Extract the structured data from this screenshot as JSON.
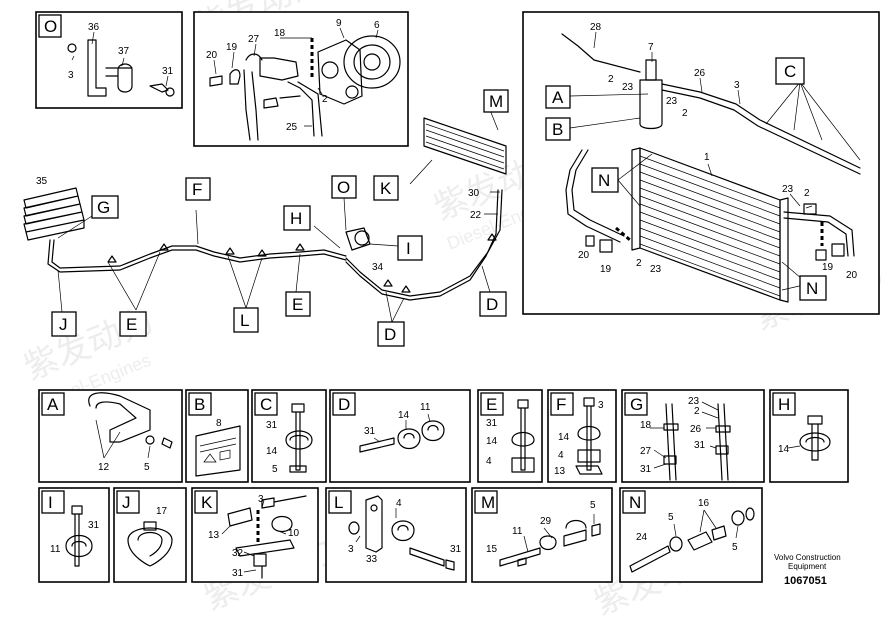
{
  "watermark": {
    "brand_cn": "紫发动力",
    "brand_en": "Diesel-Engines"
  },
  "footer": {
    "brand_line1": "Volvo Construction",
    "brand_line2": "Equipment",
    "code": "1067051"
  },
  "main": {
    "callouts": [
      "M",
      "K",
      "O",
      "H",
      "I",
      "F",
      "G",
      "J",
      "E",
      "L",
      "E",
      "D",
      "D"
    ],
    "numbers": [
      "35",
      "30",
      "22",
      "34"
    ]
  },
  "panel_O_top": {
    "letter": "O",
    "numbers": [
      "36",
      "37",
      "3",
      "31"
    ]
  },
  "panel_compressor": {
    "numbers": [
      "18",
      "9",
      "6",
      "20",
      "19",
      "27",
      "2",
      "25"
    ]
  },
  "panel_condenser": {
    "letters": [
      "A",
      "B",
      "C",
      "N",
      "N"
    ],
    "numbers": [
      "28",
      "7",
      "2",
      "23",
      "23",
      "26",
      "3",
      "2",
      "1",
      "23",
      "2",
      "19",
      "20",
      "20",
      "19",
      "2",
      "23"
    ]
  },
  "details": [
    {
      "letter": "A",
      "numbers": [
        "12",
        "5"
      ]
    },
    {
      "letter": "B",
      "numbers": [
        "8"
      ]
    },
    {
      "letter": "C",
      "numbers": [
        "31",
        "14",
        "5"
      ]
    },
    {
      "letter": "D",
      "numbers": [
        "14",
        "11",
        "31"
      ]
    },
    {
      "letter": "E",
      "numbers": [
        "31",
        "14",
        "4"
      ]
    },
    {
      "letter": "F",
      "numbers": [
        "3",
        "14",
        "4",
        "13"
      ]
    },
    {
      "letter": "G",
      "numbers": [
        "23",
        "2",
        "18",
        "26",
        "27",
        "31",
        "31"
      ]
    },
    {
      "letter": "H",
      "numbers": [
        "14"
      ]
    },
    {
      "letter": "I",
      "numbers": [
        "31",
        "11"
      ]
    },
    {
      "letter": "J",
      "numbers": [
        "17"
      ]
    },
    {
      "letter": "K",
      "numbers": [
        "3",
        "13",
        "10",
        "32",
        "31"
      ]
    },
    {
      "letter": "L",
      "numbers": [
        "4",
        "3",
        "33",
        "31"
      ]
    },
    {
      "letter": "M",
      "numbers": [
        "11",
        "29",
        "15",
        "5"
      ]
    },
    {
      "letter": "N",
      "numbers": [
        "16",
        "24",
        "5",
        "5"
      ]
    }
  ]
}
